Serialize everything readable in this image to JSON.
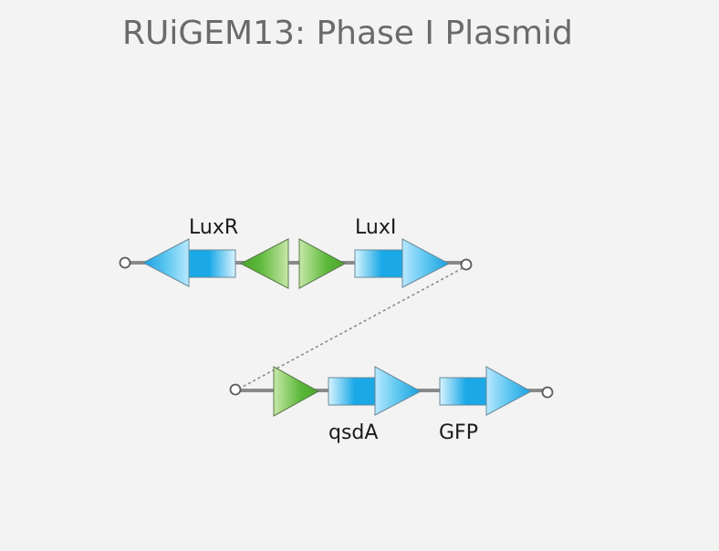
{
  "title": "RUiGEM13: Phase I Plasmid",
  "parts": {
    "luxr_label": "LuxR",
    "luxi_label": "LuxI",
    "qsda_label": "qsdA",
    "gfp_label": "GFP"
  },
  "colors": {
    "gene_blue": "#1aa8e6",
    "gene_light": "#d8f4ff",
    "promoter_green": "#5cb83a",
    "promoter_light": "#c8e8a8",
    "backbone": "#8a8a8a",
    "title_gray": "#6a6a6a"
  }
}
